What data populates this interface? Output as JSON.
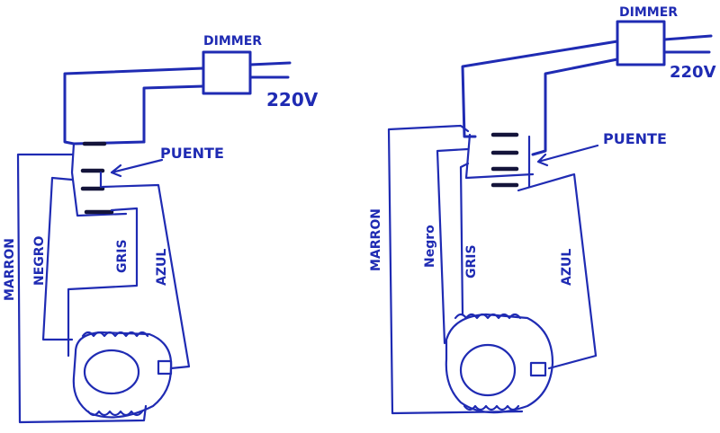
{
  "labels": {
    "dimmer": "DIMMER",
    "voltage": "220V",
    "puente": "PUENTE",
    "marron": "MARRON",
    "negro_left": "NEGRO",
    "negro_right": "Negro",
    "gris": "GRIS",
    "azul": "AZUL"
  },
  "colors": {
    "ink": "#1f2bb3",
    "terminal": "#14143a",
    "background": "#ffffff"
  }
}
